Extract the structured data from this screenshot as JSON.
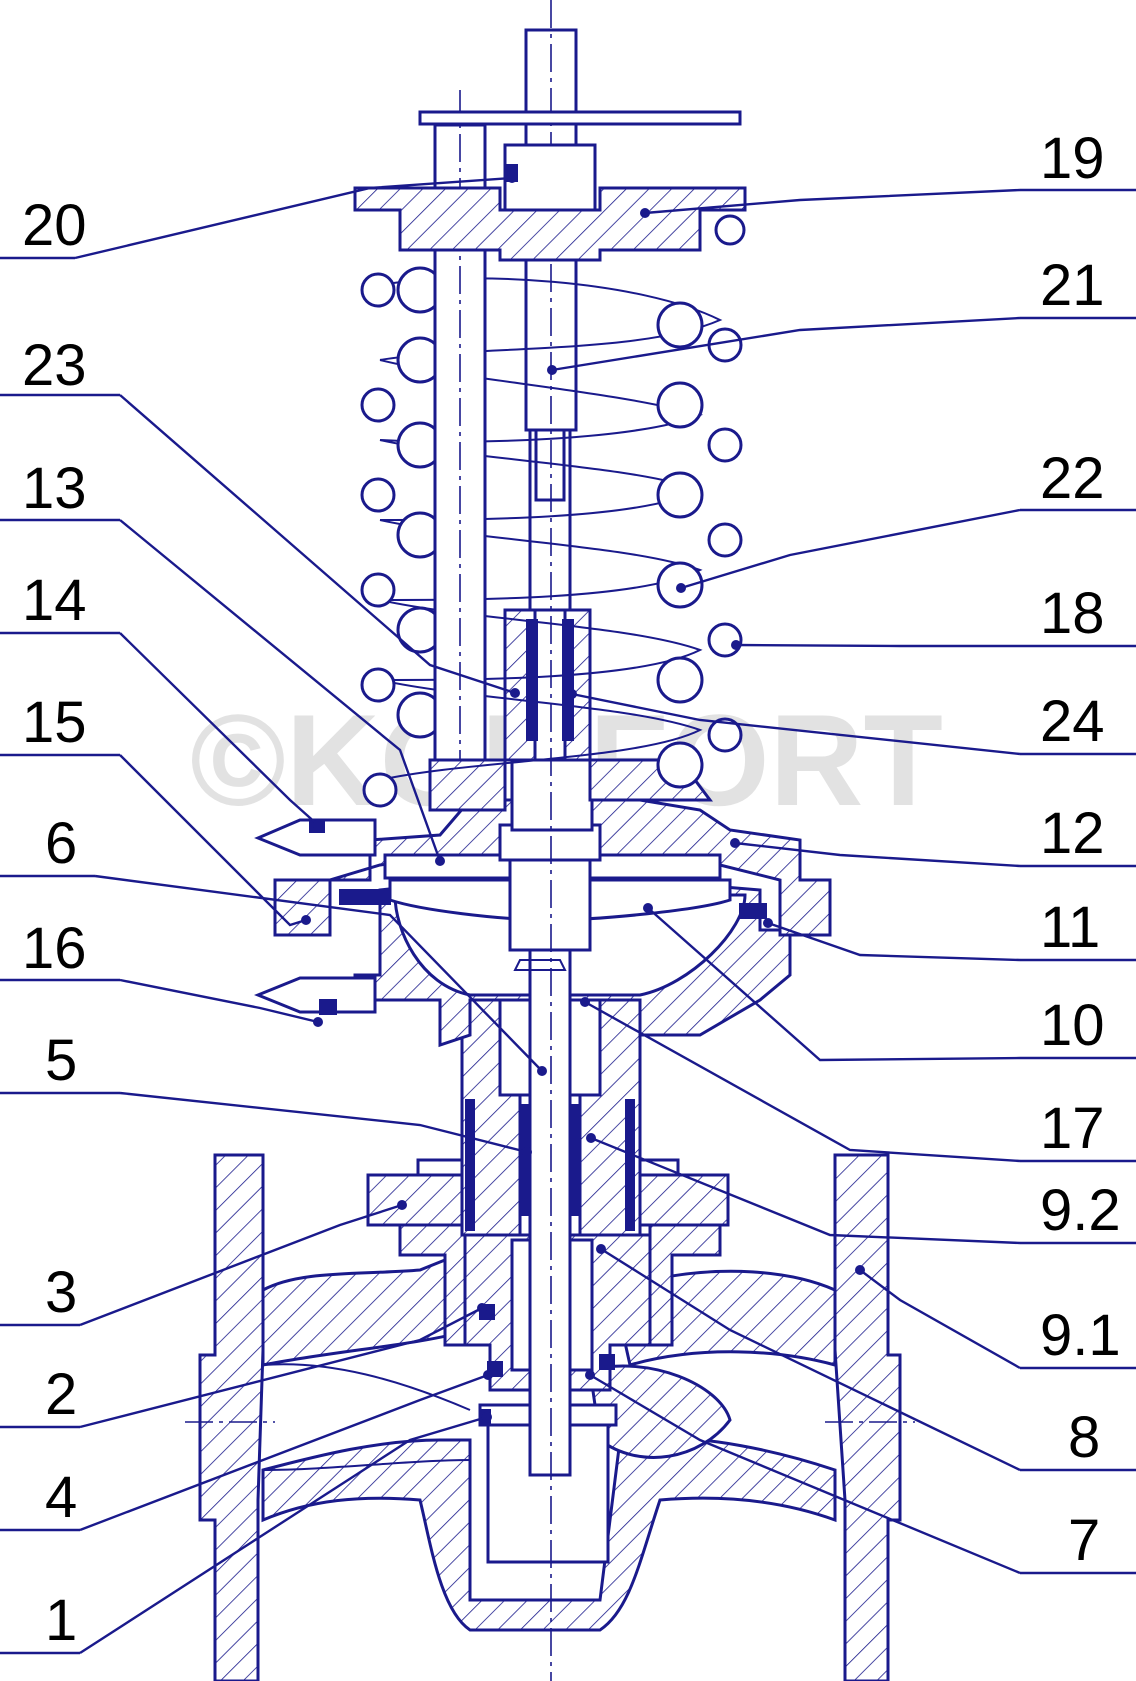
{
  "watermark": "©KOMFORT",
  "colors": {
    "line": "#1a1a8c",
    "text": "#000000",
    "background": "#ffffff",
    "watermark": "#d9d9d9"
  },
  "left_labels": [
    {
      "id": "20",
      "text": "20"
    },
    {
      "id": "23",
      "text": "23"
    },
    {
      "id": "13",
      "text": "13"
    },
    {
      "id": "14",
      "text": "14"
    },
    {
      "id": "15",
      "text": "15"
    },
    {
      "id": "6",
      "text": "6"
    },
    {
      "id": "16",
      "text": "16"
    },
    {
      "id": "5",
      "text": "5"
    },
    {
      "id": "3",
      "text": "3"
    },
    {
      "id": "2",
      "text": "2"
    },
    {
      "id": "4",
      "text": "4"
    },
    {
      "id": "1",
      "text": "1"
    }
  ],
  "right_labels": [
    {
      "id": "19",
      "text": "19"
    },
    {
      "id": "21",
      "text": "21"
    },
    {
      "id": "22",
      "text": "22"
    },
    {
      "id": "18",
      "text": "18"
    },
    {
      "id": "24",
      "text": "24"
    },
    {
      "id": "12",
      "text": "12"
    },
    {
      "id": "11",
      "text": "11"
    },
    {
      "id": "10",
      "text": "10"
    },
    {
      "id": "17",
      "text": "17"
    },
    {
      "id": "9.2",
      "text": "9.2"
    },
    {
      "id": "9.1",
      "text": "9.1"
    },
    {
      "id": "8",
      "text": "8"
    },
    {
      "id": "7",
      "text": "7"
    }
  ]
}
